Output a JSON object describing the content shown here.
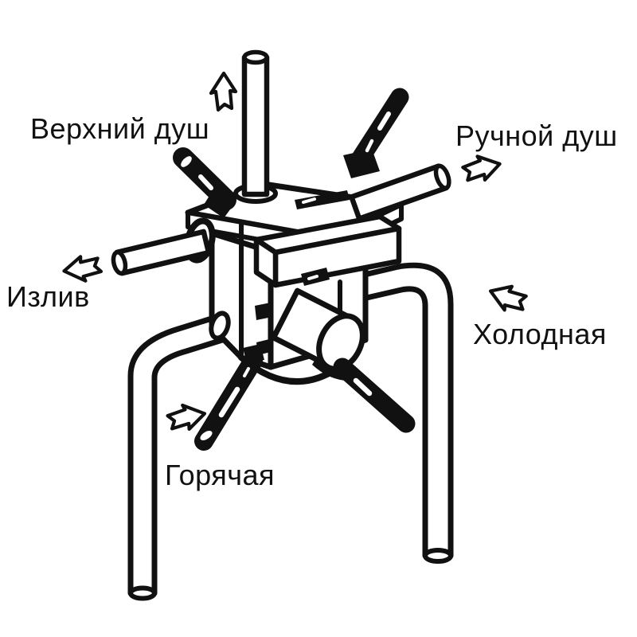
{
  "figure": {
    "background_color": "#ffffff",
    "ink_color": "#111111",
    "labels": {
      "overhead_shower": {
        "text": "Верхний душ",
        "arrow_direction": "up"
      },
      "hand_shower": {
        "text": "Ручной душ",
        "arrow_direction": "right"
      },
      "spout": {
        "text": "Излив",
        "arrow_direction": "left"
      },
      "cold_supply": {
        "text": "Холодная",
        "arrow_direction": "up-left"
      },
      "hot_supply": {
        "text": "Горячая",
        "arrow_direction": "right"
      }
    }
  }
}
